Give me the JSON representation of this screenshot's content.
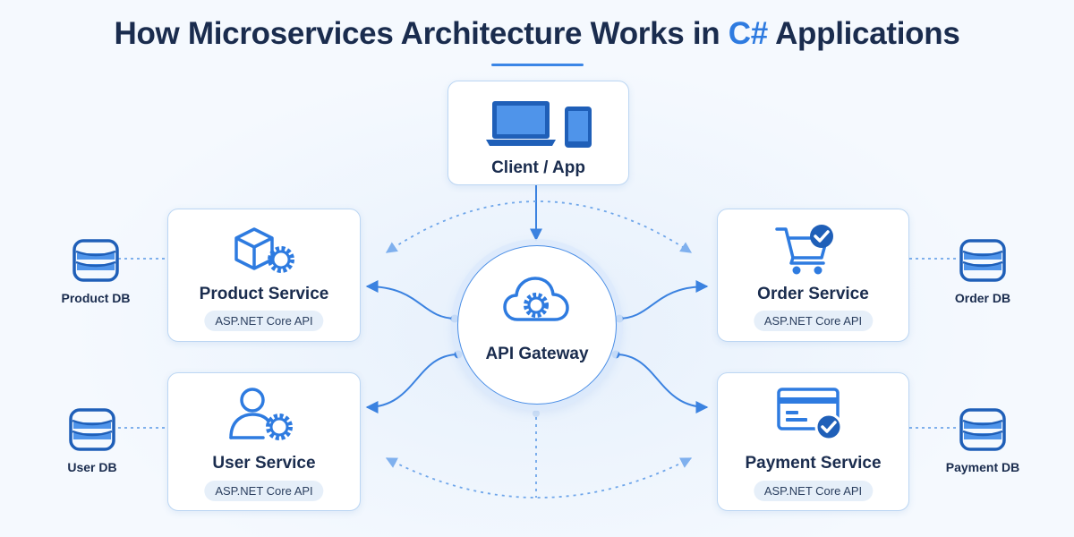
{
  "title": {
    "prefix": "How Microservices Architecture Works in ",
    "accent": "C#",
    "suffix": " Applications"
  },
  "colors": {
    "accent": "#2e7be0",
    "text": "#1a2c4e",
    "border": "#bcd6f3",
    "pill_bg": "#e6eff9",
    "background": "#f5f9fe"
  },
  "client": {
    "label": "Client / App",
    "icons": [
      "laptop-icon",
      "tablet-icon"
    ]
  },
  "gateway": {
    "label": "API Gateway",
    "icon": "cloud-gear-icon"
  },
  "services": {
    "product": {
      "name": "Product Service",
      "tech": "ASP.NET Core API",
      "icon": "cube-gear-icon"
    },
    "user": {
      "name": "User Service",
      "tech": "ASP.NET Core API",
      "icon": "user-gear-icon"
    },
    "order": {
      "name": "Order Service",
      "tech": "ASP.NET Core API",
      "icon": "cart-check-icon"
    },
    "payment": {
      "name": "Payment Service",
      "tech": "ASP.NET Core API",
      "icon": "card-check-icon"
    }
  },
  "databases": {
    "product": {
      "label": "Product DB",
      "icon": "database-icon"
    },
    "user": {
      "label": "User DB",
      "icon": "database-icon"
    },
    "order": {
      "label": "Order DB",
      "icon": "database-icon"
    },
    "payment": {
      "label": "Payment DB",
      "icon": "database-icon"
    }
  }
}
